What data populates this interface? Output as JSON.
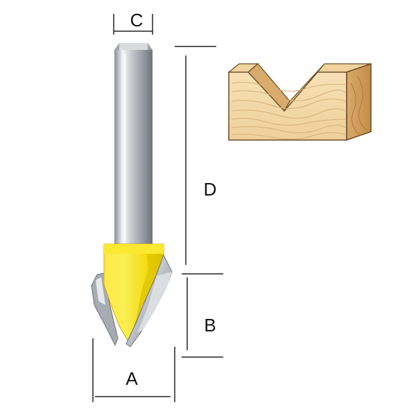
{
  "labels": {
    "a": "A",
    "b": "B",
    "c": "C",
    "d": "D"
  },
  "colors": {
    "shank_light": "#f4f5f7",
    "shank_dark": "#7b7f86",
    "body_yellow": "#f6e51a",
    "body_yellow_dark": "#d4b800",
    "blade_silver": "#c9ccd1",
    "wood_light": "#f6dcad",
    "wood_mid": "#e7c08a",
    "wood_dark": "#c99557",
    "dimension_line": "#222222"
  },
  "icons": {
    "router_bit": "v-groove-router-bit-icon",
    "wood_sample": "v-groove-wood-block-icon"
  }
}
